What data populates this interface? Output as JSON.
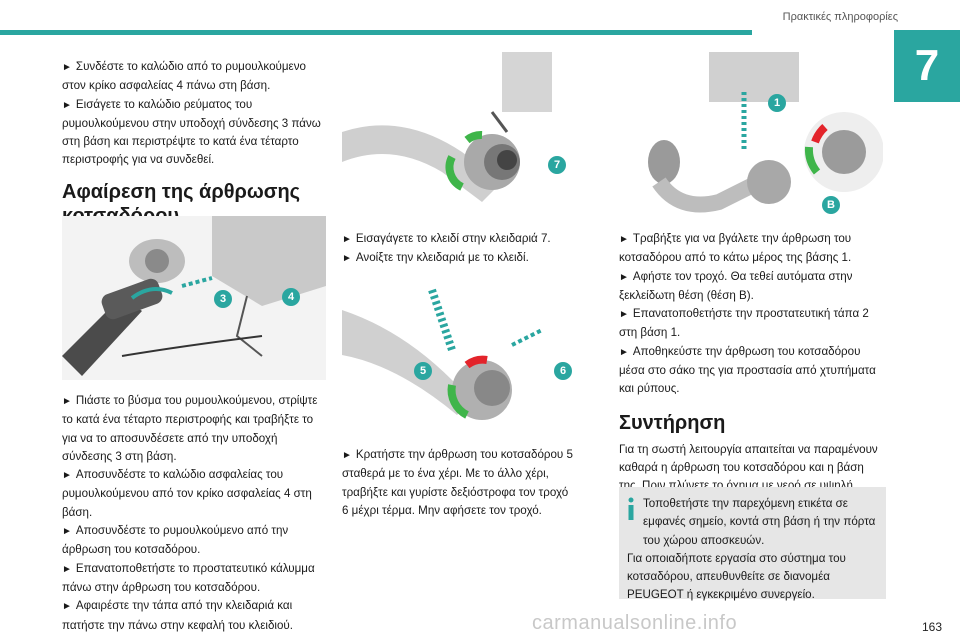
{
  "header": {
    "section_title": "Πρακτικές πληροφορίες",
    "chapter_number": "7",
    "page_number": "163"
  },
  "col1": {
    "steps_top": [
      "Συνδέστε το καλώδιο από το ρυμουλκούμενο στον κρίκο ασφαλείας 4 πάνω στη βάση.",
      "Εισάγετε το καλώδιο ρεύματος του ρυμουλκούμενου στην υποδοχή σύνδεσης 3 πάνω στη βάση και περιστρέψτε το κατά ένα τέταρτο περιστροφής για να συνδεθεί."
    ],
    "heading": "Αφαίρεση της άρθρωσης κοτσαδόρου",
    "figure_badges": [
      "3",
      "4"
    ],
    "steps_bottom": [
      "Πιάστε το βύσμα του ρυμουλκούμενου, στρίψτε το κατά ένα τέταρτο περιστροφής και τραβήξτε το για να το αποσυνδέσετε από την υποδοχή σύνδεσης 3 στη βάση.",
      "Αποσυνδέστε το καλώδιο ασφαλείας του ρυμουλκούμενου από τον κρίκο ασφαλείας 4 στη βάση.",
      "Αποσυνδέστε το ρυμουλκούμενο από την άρθρωση του κοτσαδόρου.",
      "Επανατοποθετήστε το προστατευτικό κάλυμμα πάνω στην άρθρωση του κοτσαδόρου.",
      "Αφαιρέστε την τάπα από την κλειδαριά και πατήστε την πάνω στην κεφαλή του κλειδιού."
    ]
  },
  "col2": {
    "figure1_badges": [
      "7"
    ],
    "steps_mid": [
      "Εισαγάγετε το κλειδί στην κλειδαριά 7.",
      "Ανοίξτε την κλειδαριά με το κλειδί."
    ],
    "figure2_badges": [
      "5",
      "6"
    ],
    "steps_bottom": [
      "Κρατήστε την άρθρωση του κοτσαδόρου 5 σταθερά με το ένα χέρι. Με το άλλο χέρι, τραβήξτε και γυρίστε δεξιόστροφα τον τροχό 6 μέχρι τέρμα. Μην αφήσετε τον τροχό."
    ]
  },
  "col3": {
    "figure_badges": [
      "1",
      "B"
    ],
    "steps": [
      "Τραβήξτε για να βγάλετε την άρθρωση του κοτσαδόρου από το κάτω μέρος της βάσης 1.",
      "Αφήστε τον τροχό. Θα τεθεί αυτόματα στην ξεκλείδωτη θέση (θέση B).",
      "Επανατοποθετήστε την προστατευτική τάπα 2 στη βάση 1.",
      "Αποθηκεύστε την άρθρωση του κοτσαδόρου μέσα στο σάκο της για προστασία από χτυπήματα και ρύπους."
    ],
    "heading": "Συντήρηση",
    "maintenance": "Για τη σωστή λειτουργία απαιτείται να παραμένουν καθαρά η άρθρωση του κοτσαδόρου και η βάση της. Πριν πλύνετε το όχημα με νερό σε υψηλή πίεση, η άρθρωση πρέπει να έχει αφαιρεθεί και η προστατευτική τάπα να έχει τοποθετηθεί στη βάση.",
    "info_1": "Τοποθετήστε την παρεχόμενη ετικέτα σε εμφανές σημείο, κοντά στη βάση ή την πόρτα του χώρου αποσκευών.",
    "info_2": "Για οποιαδήποτε εργασία στο σύστημα του κοτσαδόρου, απευθυνθείτε σε διανομέα PEUGEOT ή εγκεκριμένο συνεργείο."
  },
  "watermark": "carmanualsonline.info",
  "colors": {
    "accent": "#2aa6a0",
    "green_arrow": "#3fb54a",
    "red_marker": "#e3242b",
    "info_bg": "#e6e6e6"
  }
}
